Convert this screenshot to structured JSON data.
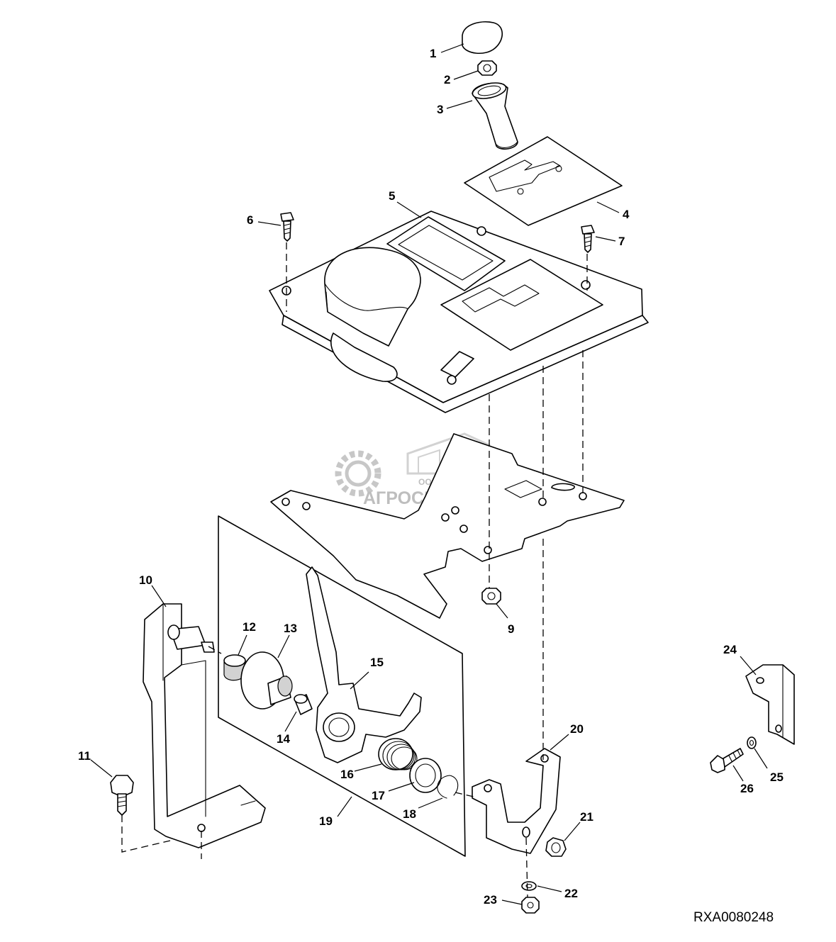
{
  "callouts": {
    "c1": "1",
    "c2": "2",
    "c3": "3",
    "c4": "4",
    "c5": "5",
    "c6": "6",
    "c7": "7",
    "c9": "9",
    "c10": "10",
    "c11": "11",
    "c12": "12",
    "c13": "13",
    "c14": "14",
    "c15": "15",
    "c16": "16",
    "c17": "17",
    "c18": "18",
    "c19": "19",
    "c20": "20",
    "c21": "21",
    "c22": "22",
    "c23": "23",
    "c24": "24",
    "c25": "25",
    "c26": "26"
  },
  "reference_code": "RXA0080248",
  "watermark": {
    "small": "ООО",
    "brand": "АГРОСНАБ",
    "color": "#a9a9a9"
  }
}
